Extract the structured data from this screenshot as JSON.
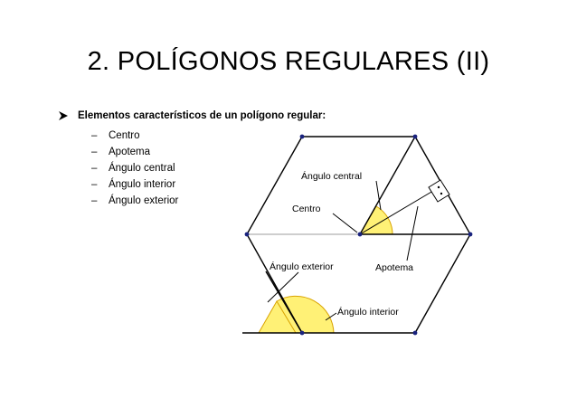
{
  "slide": {
    "title": "2. POLÍGONOS REGULARES (II)",
    "bullet": "Elementos característicos de un polígono regular:",
    "subitems": [
      "Centro",
      "Apotema",
      "Ángulo central",
      "Ángulo interior",
      "Ángulo exterior"
    ]
  },
  "diagram": {
    "labels": {
      "central": "Ángulo central",
      "centro": "Centro",
      "exterior": "Ángulo exterior",
      "apotema": "Apotema",
      "interior": "Ángulo interior"
    }
  }
}
